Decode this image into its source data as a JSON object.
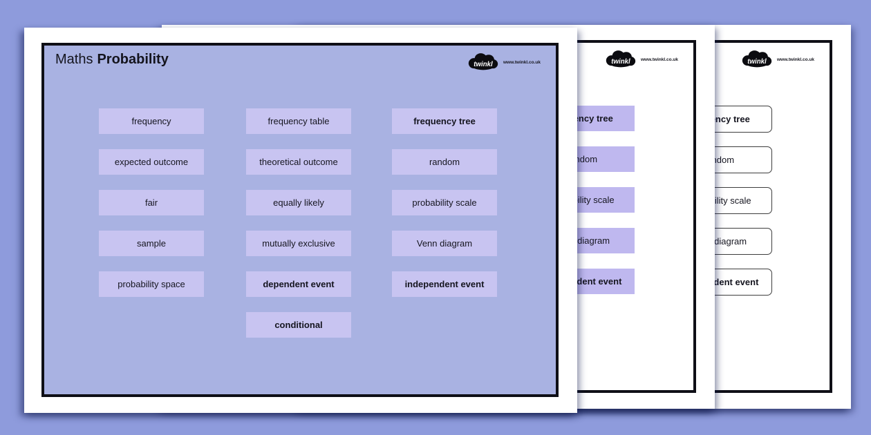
{
  "document": {
    "title": {
      "regular": "Maths",
      "bold": "Probability"
    },
    "logo": {
      "brand": "twinkl",
      "url": "www.twinkl.co.uk"
    }
  },
  "cards": {
    "rows": [
      {
        "c1": "frequency",
        "c2": "frequency table",
        "c3": "frequency tree"
      },
      {
        "c1": "expected outcome",
        "c2": "theoretical outcome",
        "c3": "random"
      },
      {
        "c1": "fair",
        "c2": "equally likely",
        "c3": "probability scale"
      },
      {
        "c1": "sample",
        "c2": "mutually exclusive",
        "c3": "Venn diagram"
      },
      {
        "c1": "probability space",
        "c2": "dependent event",
        "c3": "independent event"
      },
      {
        "c2": "conditional"
      }
    ]
  },
  "colors": {
    "outer_background": "#8e9bdc",
    "page_tint": "#a9b2e2",
    "card_fill": "#c8c4f1",
    "border_black": "#0f0f16"
  }
}
